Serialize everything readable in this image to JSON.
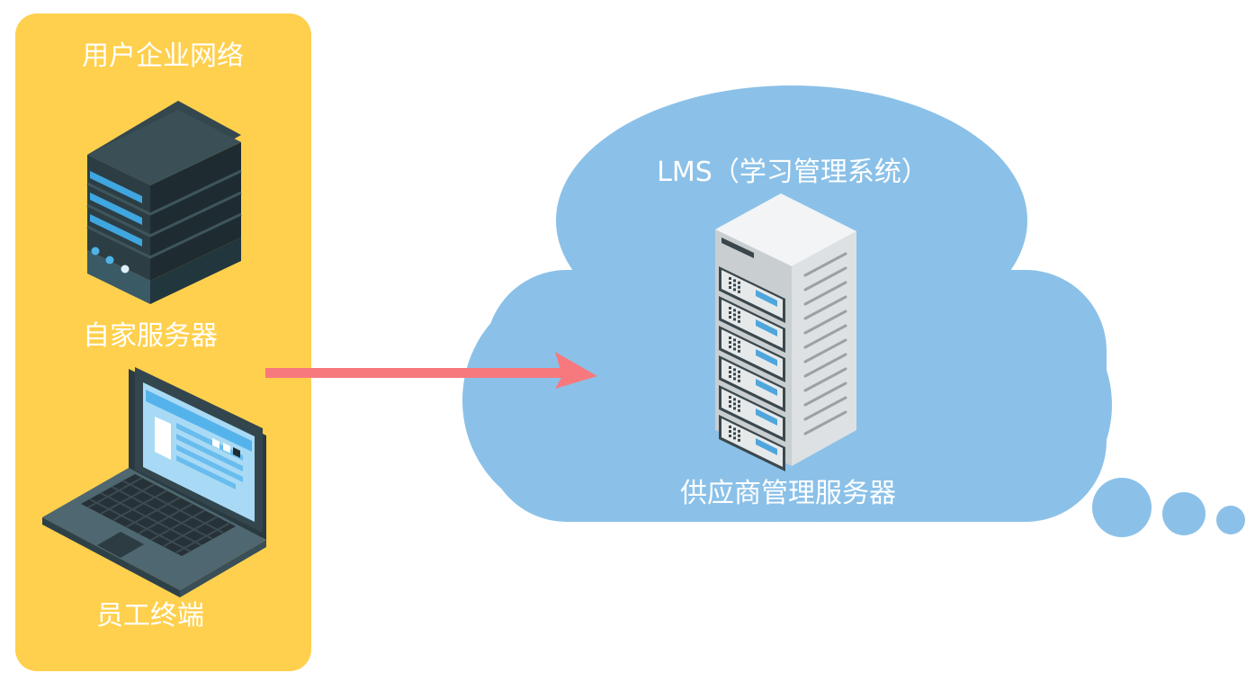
{
  "colors": {
    "enterprise_panel": "#FFD04D",
    "cloud": "#8BC1E8",
    "arrow": "#F7797E",
    "label_text": "#FFFFFF"
  },
  "enterprise": {
    "title": "用户企业网络",
    "nodes": [
      {
        "label": "自家服务器",
        "icon": "server-stack-icon"
      },
      {
        "label": "员工终端",
        "icon": "laptop-icon"
      }
    ]
  },
  "cloud": {
    "title": "LMS（学习管理系统）",
    "node": {
      "label": "供应商管理服务器",
      "icon": "server-rack-icon"
    }
  },
  "connection": {
    "from": "用户企业网络",
    "to": "LMS（学习管理系统）",
    "style": "arrow"
  }
}
